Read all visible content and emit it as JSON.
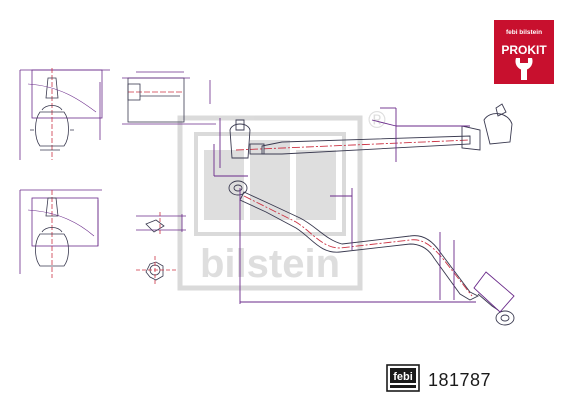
{
  "badge": {
    "brand": "febi bilstein",
    "product_line": "PROKIT",
    "color": "#c8102e"
  },
  "watermark": {
    "brand": "bilstein",
    "mark": "febi",
    "registered_symbol": "®"
  },
  "footer": {
    "logo_text": "febi",
    "part_number": "181787"
  },
  "colors": {
    "line": "#3a3a50",
    "dimension": "#6a2a8a",
    "centerline": "#cc3344",
    "watermark": "#c9c9c9"
  }
}
